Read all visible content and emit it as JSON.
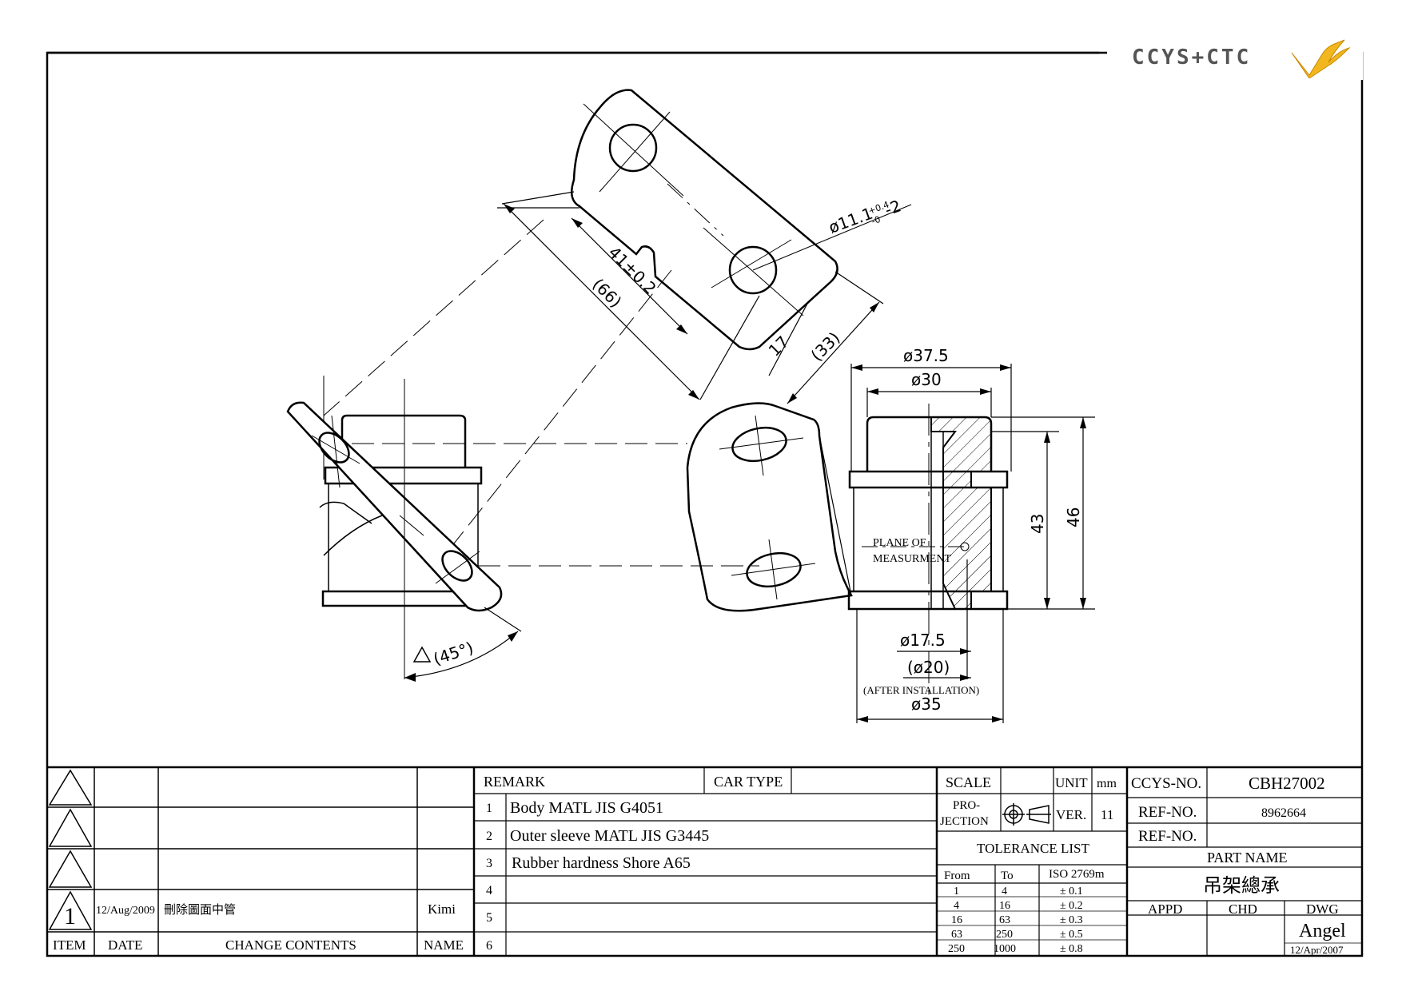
{
  "logo": {
    "text": "CCYS+CTC",
    "accent": "#f2b61f"
  },
  "dims": {
    "hole_dia": "ø11.1",
    "hole_tol_upper": "+0.4",
    "hole_tol_lower": "-0",
    "hole_count": "-2",
    "center_dist": "41±0.2",
    "overall_len": "(66)",
    "width_17": "17",
    "width_33": "(33)",
    "outer_dia": "ø37.5",
    "inner_dia": "ø30",
    "h43": "43",
    "h46": "46",
    "plane1": "PLANE OF",
    "plane2": "MEASURMENT",
    "bore": "ø17.5",
    "bore_inst": "(ø20)",
    "after_inst": "(AFTER INSTALLATION)",
    "flange": "ø35",
    "angle": "(45°)"
  },
  "revision": {
    "number": "1",
    "date": "12/Aug/2009",
    "content": "刪除圖面中管",
    "name": "Kimi",
    "headers": {
      "item": "ITEM",
      "date": "DATE",
      "change": "CHANGE CONTENTS",
      "name": "NAME"
    }
  },
  "remarks": {
    "remark_label": "REMARK",
    "car_type_label": "CAR TYPE",
    "rows": [
      {
        "no": "1",
        "text": "Body MATL JIS G4051"
      },
      {
        "no": "2",
        "text": "Outer sleeve MATL JIS G3445"
      },
      {
        "no": "3",
        "text": "Rubber hardness Shore A65"
      },
      {
        "no": "4",
        "text": ""
      },
      {
        "no": "5",
        "text": ""
      },
      {
        "no": "6",
        "text": ""
      }
    ]
  },
  "title_block": {
    "scale_label": "SCALE",
    "unit_label": "UNIT",
    "unit": "mm",
    "projection1": "PRO-",
    "projection2": "JECTION",
    "ver_label": "VER.",
    "ver": "11",
    "tolerance_title": "TOLERANCE LIST",
    "tol_headers": {
      "from": "From",
      "to": "To",
      "std": "ISO 2769m"
    },
    "tolerances": [
      {
        "from": "1",
        "to": "4",
        "tol": "± 0.1"
      },
      {
        "from": "4",
        "to": "16",
        "tol": "± 0.2"
      },
      {
        "from": "16",
        "to": "63",
        "tol": "± 0.3"
      },
      {
        "from": "63",
        "to": "250",
        "tol": "± 0.5"
      },
      {
        "from": "250",
        "to": "1000",
        "tol": "± 0.8"
      }
    ],
    "ccys_label": "CCYS-NO.",
    "ccys_no": "CBH27002",
    "ref_label": "REF-NO.",
    "ref_no": "8962664",
    "ref_label2": "REF-NO.",
    "ref_no2": "",
    "part_name_label": "PART NAME",
    "part_name": "吊架總承",
    "appd_label": "APPD",
    "chd_label": "CHD",
    "dwg_label": "DWG",
    "dwg_name": "Angel",
    "dwg_date": "12/Apr/2007"
  }
}
